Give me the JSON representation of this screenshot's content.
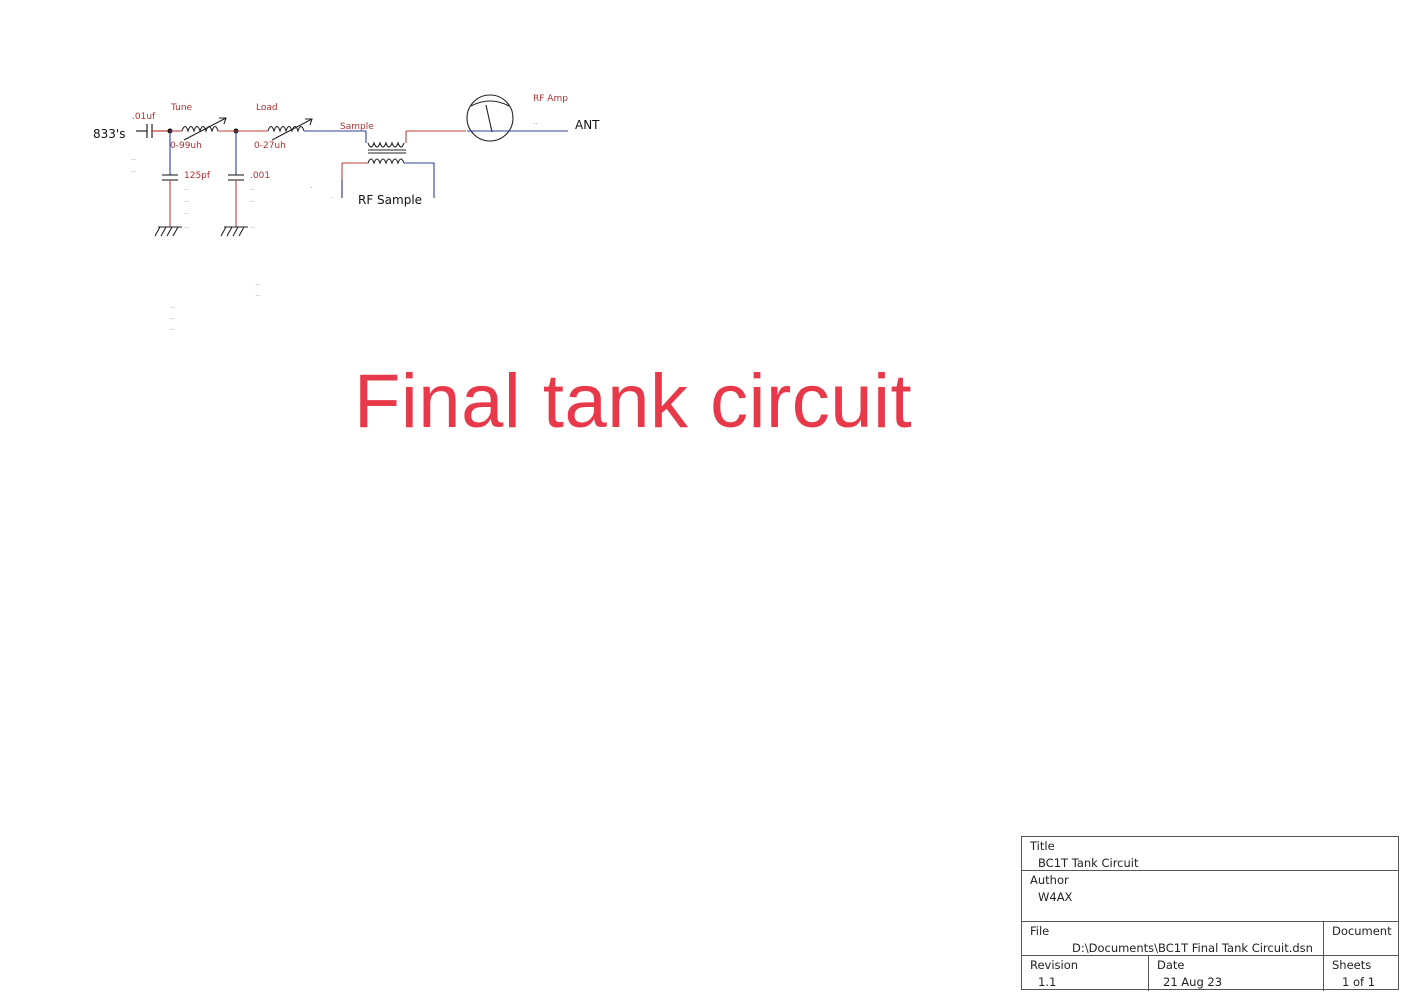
{
  "diagram": {
    "title": "Final tank circuit",
    "labels": {
      "input": "833's",
      "c_coupling": ".01uf",
      "tune_label": "Tune",
      "tune_value": "0-99uh",
      "load_label": "Load",
      "load_value": "0-27uh",
      "c_tune": "125pf",
      "c_load": ".001",
      "sample_label": "Sample",
      "rf_sample": "RF Sample",
      "rf_amp": "RF Amp",
      "antenna": "ANT"
    },
    "colors": {
      "wire_red": "#c04040",
      "wire_blue": "#3040a0",
      "component": "#222222",
      "title_red": "#e8394a"
    }
  },
  "title_block": {
    "title_label": "Title",
    "title_value": "BC1T Tank Circuit",
    "author_label": "Author",
    "author_value": "W4AX",
    "file_label": "File",
    "file_value": "D:\\Documents\\BC1T Final Tank Circuit.dsn",
    "document_label": "Document",
    "revision_label": "Revision",
    "revision_value": "1.1",
    "date_label": "Date",
    "date_value": "21 Aug 23",
    "sheets_label": "Sheets",
    "sheets_value": "1 of 1"
  }
}
